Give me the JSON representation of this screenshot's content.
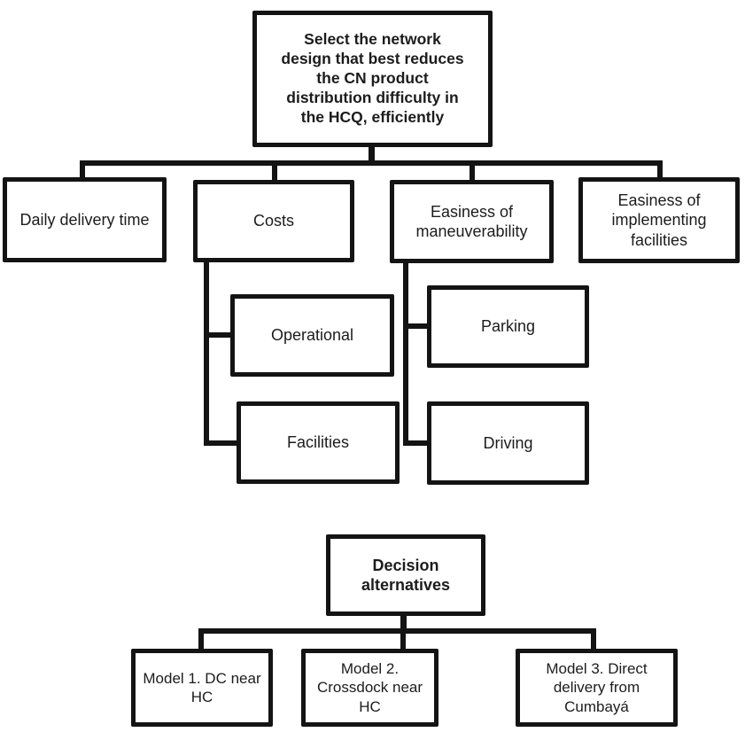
{
  "diagram": {
    "colors": {
      "border": "#141414",
      "background": "#ffffff",
      "text": "#1c1c1c"
    },
    "goal_tree": {
      "root": {
        "label": "Select the network\ndesign that best reduces\nthe CN product\ndistribution difficulty in\nthe HCQ, efficiently"
      },
      "criteria": [
        {
          "label": "Daily delivery time"
        },
        {
          "label": "Costs"
        },
        {
          "label": "Easiness of maneuverability"
        },
        {
          "label": "Easiness of implementing facilities"
        }
      ],
      "costs_children": [
        {
          "label": "Operational"
        },
        {
          "label": "Facilities"
        }
      ],
      "maneuverability_children": [
        {
          "label": "Parking"
        },
        {
          "label": "Driving"
        }
      ]
    },
    "alternatives_tree": {
      "root": {
        "label": "Decision alternatives"
      },
      "alternatives": [
        {
          "label": "Model 1. DC near HC"
        },
        {
          "label": "Model 2. Crossdock near HC"
        },
        {
          "label": "Model 3. Direct delivery from Cumbayá"
        }
      ]
    }
  }
}
